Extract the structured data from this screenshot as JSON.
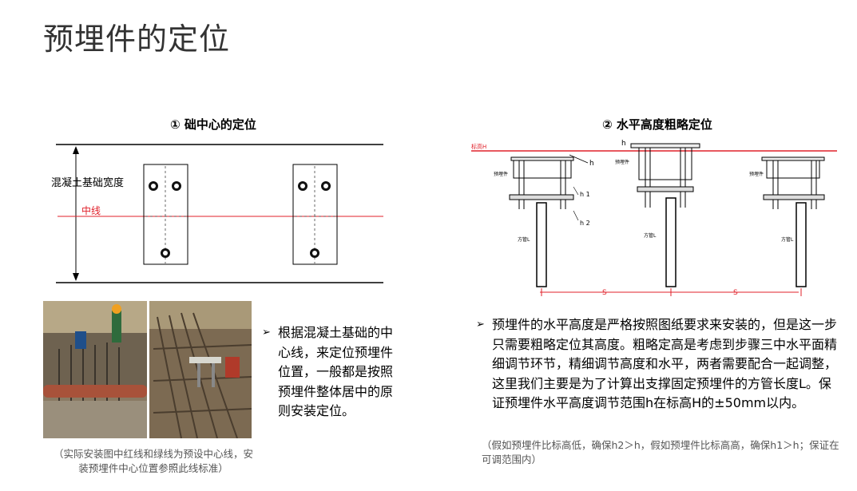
{
  "title": "预埋件的定位",
  "left_section": {
    "title": "①  础中心的定位",
    "diagram": {
      "width_label": "混凝土基础宽度",
      "centerline_label": "中线"
    },
    "caption": "（实际安装图中红线和绿线为预设中心线，安装预埋件中心位置参照此线标准）",
    "bullet": "根据混凝土基础的中心线，来定位预埋件位置，一般都是按照预埋件整体居中的原则安装定位。"
  },
  "right_section": {
    "title": "②  水平高度粗略定位",
    "diagram": {
      "elevation_label": "标高H",
      "h_label": "h",
      "embed_label": "预埋件",
      "h1_label": "h 1",
      "h2_label": "h 2",
      "pipe_label": "方管L",
      "spacing_label": "S"
    },
    "bullet": "预埋件的水平高度是严格按照图纸要求来安装的，但是这一步只需要粗略定位其高度。粗略定高是考虑到步骤三中水平面精细调节环节，精细调节高度和水平，两者需要配合一起调整，这里我们主要是为了计算出支撑固定预埋件的方管长度L。保证预埋件水平高度调节范围h在标高H的±50mm以内。",
    "caption": "（假如预埋件比标高低，确保h2＞h，假如预埋件比标高高，确保h1＞h；保证在可调范围内）"
  },
  "colors": {
    "red_line": "#e0202a",
    "title_gray": "#333333"
  }
}
